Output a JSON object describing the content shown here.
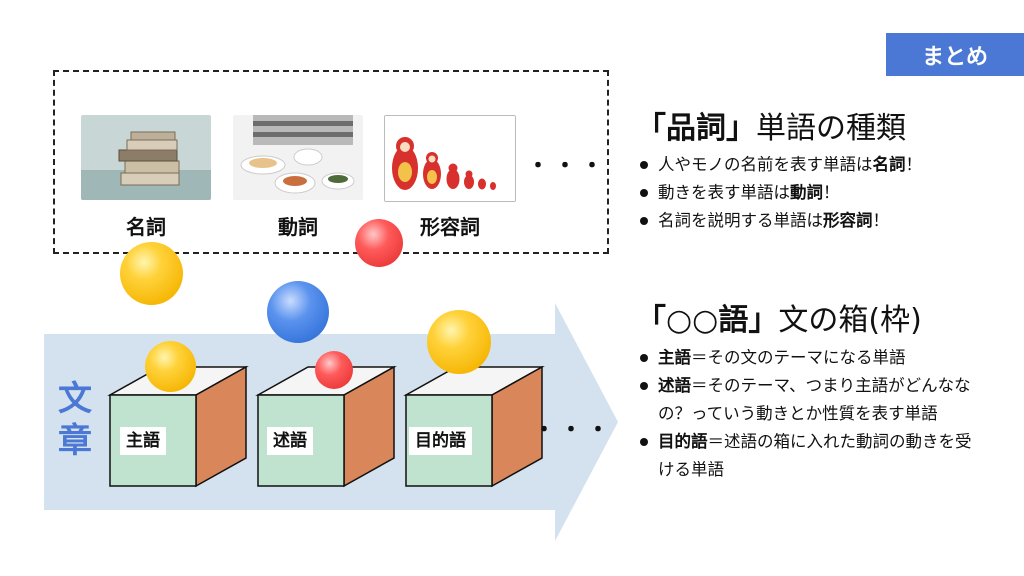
{
  "badge": "まとめ",
  "pictures": [
    {
      "label": "名詞",
      "icon": "books-photo"
    },
    {
      "label": "動詞",
      "icon": "eating-photo"
    },
    {
      "label": "形容詞",
      "icon": "matryoshka-photo"
    }
  ],
  "ellipsis": "・・・",
  "arrow_title": "文章",
  "boxes": [
    "主語",
    "述語",
    "目的語"
  ],
  "section1": {
    "title_bold": "「品詞」",
    "title_rest": "単語の種類",
    "points": [
      {
        "pre": "人やモノの名前を表す単語は",
        "em": "名詞",
        "post": "！"
      },
      {
        "pre": "動きを表す単語は",
        "em": "動詞",
        "post": "！"
      },
      {
        "pre": "名詞を説明する単語は",
        "em": "形容詞",
        "post": "！"
      }
    ]
  },
  "section2": {
    "title_bold": "「○○語」",
    "title_rest": "文の箱(枠)",
    "points": [
      {
        "em": "主語",
        "rest": "＝その文のテーマになる単語"
      },
      {
        "em": "述語",
        "rest": "＝そのテーマ、つまり主語がどんななの？っていう動きとか性質を表す単語"
      },
      {
        "em": "目的語",
        "rest": "＝述語の箱に入れた動詞の動きを受ける単語"
      }
    ]
  },
  "colors": {
    "accent": "#4a78d4",
    "arrow": "#d4e1ee",
    "box_front": "#bfe3cf",
    "box_side": "#d9875a"
  }
}
